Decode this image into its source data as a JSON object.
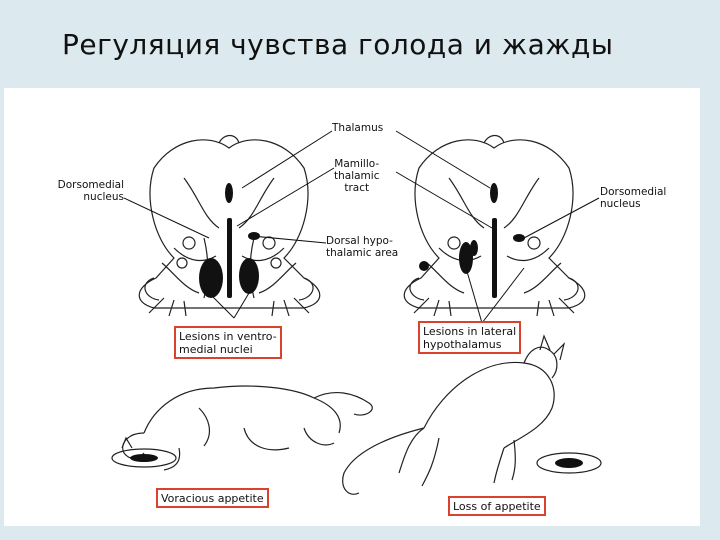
{
  "slide": {
    "title": "Регуляция чувства голода и жажды"
  },
  "figure": {
    "labels": {
      "thalamus": "Thalamus",
      "mamillothalamic": [
        "Mamillo-",
        "thalamic",
        "tract"
      ],
      "dorsomedial_left": [
        "Dorsomedial",
        "nucleus"
      ],
      "dorsomedial_right": [
        "Dorsomedial",
        "nucleus"
      ],
      "dorsal_hypothalamic": [
        "Dorsal hypo-",
        "thalamic area"
      ]
    },
    "lesion_boxes": {
      "ventromedial": [
        "Lesions in ventro-",
        "medial nuclei"
      ],
      "lateral": [
        "Lesions in lateral",
        "hypothalamus"
      ]
    },
    "outcome_boxes": {
      "voracious": "Voracious appetite",
      "loss": "Loss of appetite"
    }
  },
  "colors": {
    "box_border": "#d9432e",
    "slide_bg": "#dce9ef"
  }
}
